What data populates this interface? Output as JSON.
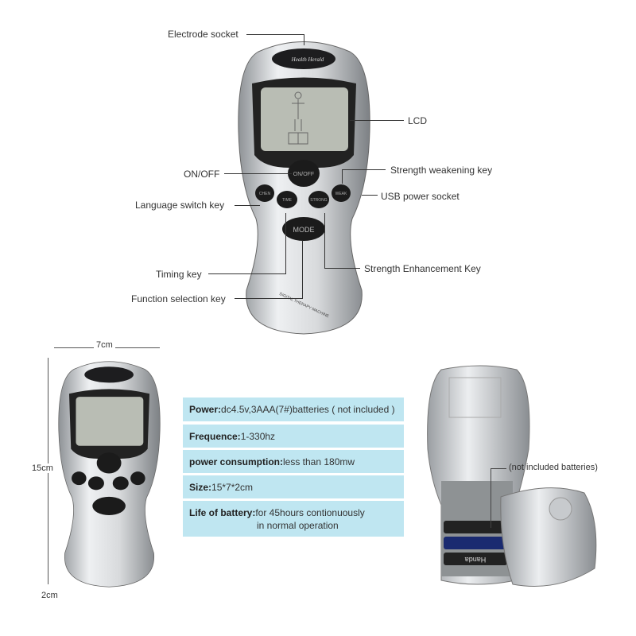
{
  "top_device": {
    "brand": "Health Herald",
    "buttons": {
      "onoff": "ON/OFF",
      "chen": "CHEN",
      "time": "TIME",
      "strong": "STRONG",
      "weak": "WEAK",
      "mode": "MODE"
    },
    "body_text": "DIGITAL THERAPY MACHINE"
  },
  "callouts": {
    "electrode_socket": "Electrode socket",
    "lcd": "LCD",
    "onoff": "ON/OFF",
    "strength_weakening": "Strength weakening key",
    "language_switch": "Language switch key",
    "usb_power": "USB power socket",
    "timing": "Timing key",
    "strength_enhancement": "Strength Enhancement Key",
    "function_selection": "Function selection key"
  },
  "dimensions": {
    "width": "7cm",
    "height": "15cm",
    "depth": "2cm"
  },
  "specs": [
    {
      "label": "Power:",
      "value": "dc4.5v,3AAA(7#)batteries ( not included )"
    },
    {
      "label": "Frequence:",
      "value": "1-330hz"
    },
    {
      "label": "power consumption:",
      "value": "less than 180mw"
    },
    {
      "label": "Size:",
      "value": "15*7*2cm"
    },
    {
      "label": "Life of battery:",
      "value": "for 45hours contionuously",
      "value2": "in normal operation"
    }
  ],
  "back_view": {
    "note": "(not included batteries)",
    "battery_brand": "Handa"
  }
}
